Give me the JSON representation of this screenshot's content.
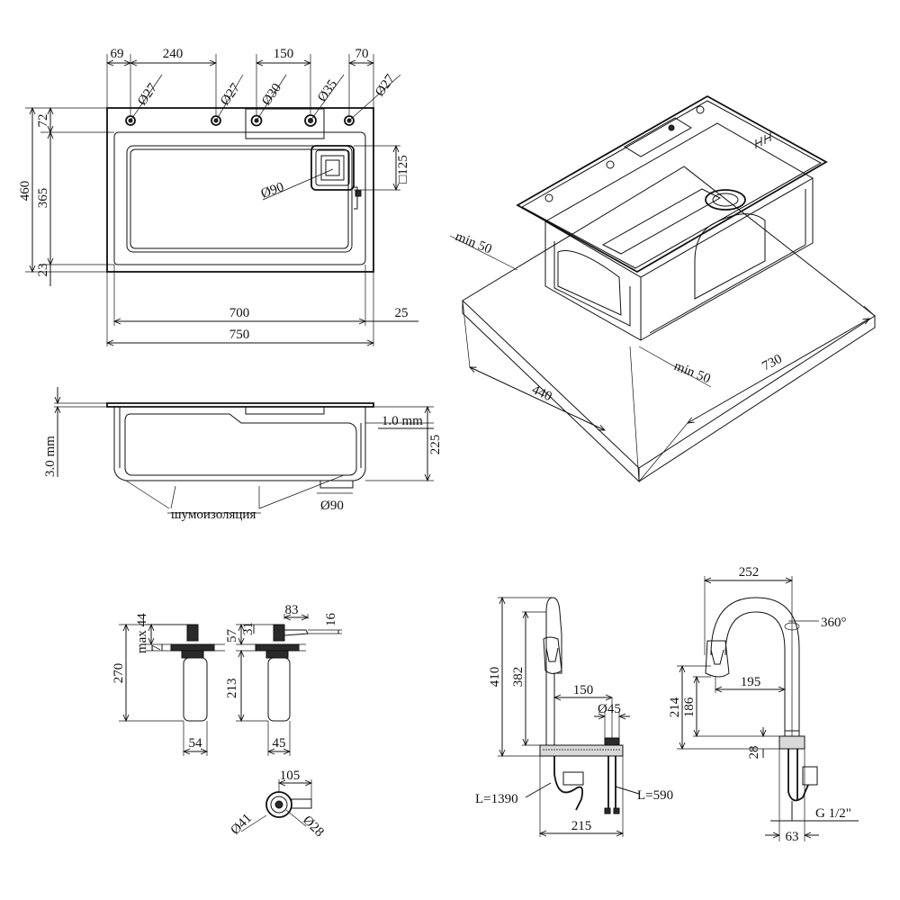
{
  "top_view": {
    "dims_top": [
      "69",
      "240",
      "150",
      "70"
    ],
    "holes": [
      "Ø27",
      "Ø27",
      "Ø30",
      "Ø35",
      "Ø27"
    ],
    "dims_left": [
      "460",
      "72",
      "365",
      "23"
    ],
    "drain_square": "□125",
    "drain_dia": "Ø90",
    "dim_inner_width": "700",
    "dim_rim": "25",
    "dim_total_width": "750"
  },
  "iso_view": {
    "min_left": "min 50",
    "min_bottom": "min 50",
    "dim_depth": "440",
    "dim_length": "730"
  },
  "section_view": {
    "thickness_top": "3.0 mm",
    "thickness_side": "1.0 mm",
    "depth": "225",
    "drain": "Ø90",
    "insulation": "шумоизоляция"
  },
  "dispenser": {
    "height_total": "270",
    "max_thickness": "max 44",
    "ring": "7",
    "body_dia": "54",
    "spout": "83",
    "spout_h": "16",
    "top_h": "57",
    "collar": "31",
    "body_h": "213",
    "tube_dia": "45",
    "plan_len": "105",
    "plan_outer": "Ø41",
    "plan_inner": "Ø28"
  },
  "faucet_side": {
    "height": "410",
    "spout_height": "382",
    "offset": "150",
    "mount_dia": "Ø45",
    "hose_long": "L=1390",
    "hose_short": "L=590",
    "base_width": "215"
  },
  "faucet_front": {
    "reach": "252",
    "rotation": "360°",
    "head_reach": "195",
    "height": "214",
    "height_inner": "186",
    "base_h": "28",
    "thread": "G 1/2\"",
    "base_dia": "63"
  }
}
